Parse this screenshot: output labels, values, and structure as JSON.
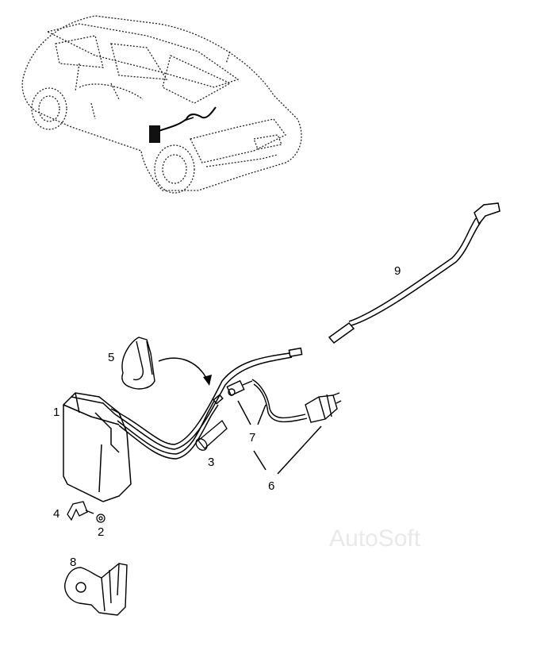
{
  "diagram": {
    "callouts": [
      {
        "id": "1",
        "text": "1"
      },
      {
        "id": "2",
        "text": "2"
      },
      {
        "id": "3",
        "text": "3"
      },
      {
        "id": "4",
        "text": "4"
      },
      {
        "id": "5",
        "text": "5"
      },
      {
        "id": "6",
        "text": "6"
      },
      {
        "id": "7",
        "text": "7"
      },
      {
        "id": "8",
        "text": "8"
      },
      {
        "id": "9",
        "text": "9"
      }
    ],
    "watermark": "AutoSoft"
  }
}
